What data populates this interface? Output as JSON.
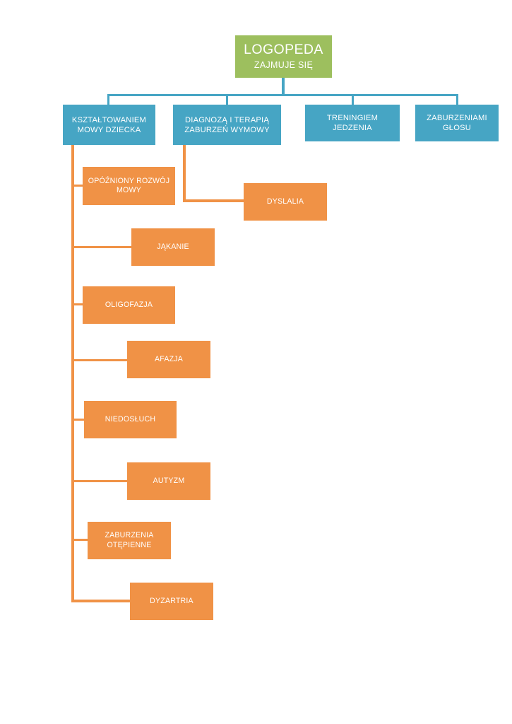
{
  "diagram": {
    "title": "LOGOPEDA ZAJMUJE SIĘ",
    "type": "organizational-tree",
    "colors": {
      "root": "#9dbf5e",
      "level2": "#46a5c4",
      "level3": "#f09246",
      "text": "#ffffff",
      "background": "#ffffff"
    },
    "root": {
      "title": "LOGOPEDA",
      "subtitle": "ZAJMUJE SIĘ"
    },
    "level2": [
      {
        "label": "KSZTAŁTOWANIEM MOWY DZIECKA"
      },
      {
        "label": "DIAGNOZĄ I TERAPIĄ ZABURZEŃ WYMOWY"
      },
      {
        "label": "TRENINGIEM JEDZENIA"
      },
      {
        "label": "ZABURZENIAMI GŁOSU"
      }
    ],
    "branch_speech_development": [
      {
        "label": "OPÓŹNIONY ROZWÓJ MOWY"
      },
      {
        "label": "JĄKANIE"
      },
      {
        "label": "OLIGOFAZJA"
      },
      {
        "label": "AFAZJA"
      },
      {
        "label": "NIEDOSŁUCH"
      },
      {
        "label": "AUTYZM"
      },
      {
        "label": "ZABURZENIA OTĘPIENNE"
      },
      {
        "label": "DYZARTRIA"
      }
    ],
    "branch_speech_disorders": [
      {
        "label": "DYSLALIA"
      }
    ]
  }
}
